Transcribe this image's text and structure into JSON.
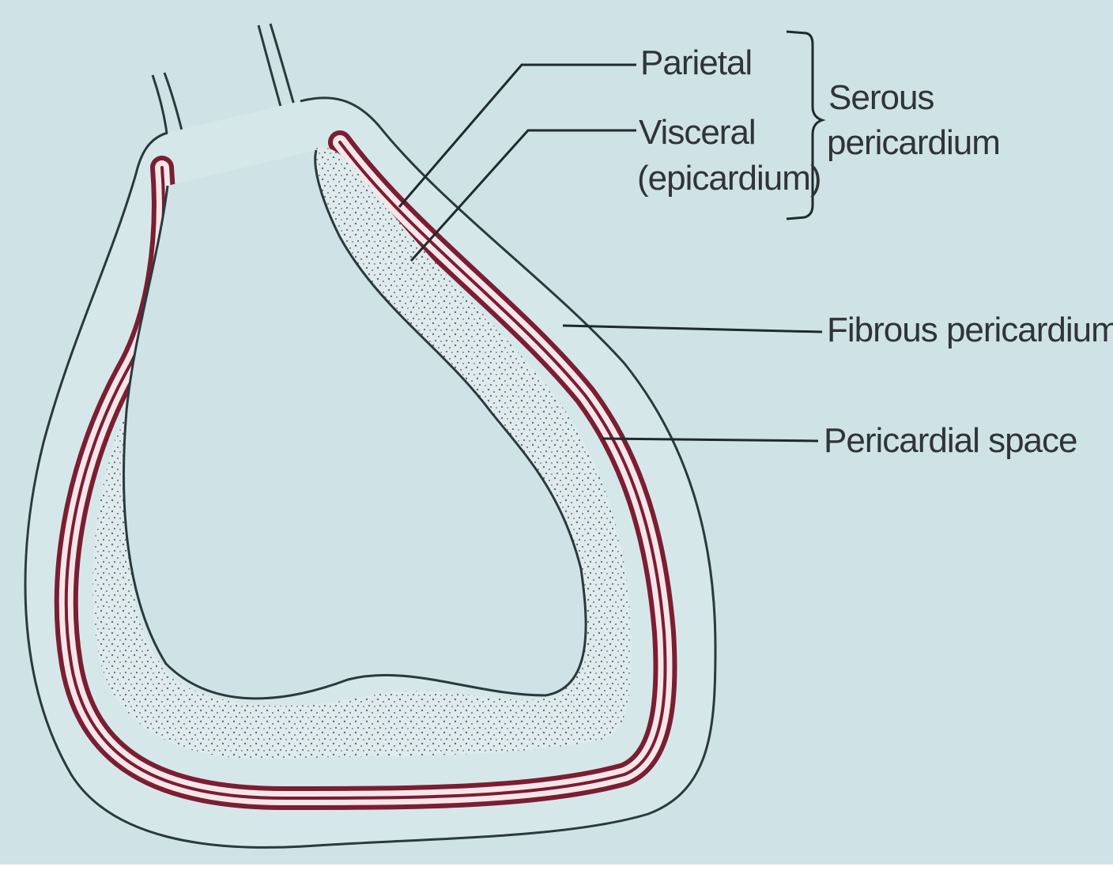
{
  "diagram": {
    "labels": {
      "parietal": "Parietal",
      "visceral_line1": "Visceral",
      "visceral_line2": "(epicardium)",
      "serous_line1": "Serous",
      "serous_line2": "pericardium",
      "fibrous": "Fibrous pericardium",
      "pericardial_space": "Pericardial space"
    },
    "colors": {
      "background": "#cfe3e6",
      "outline": "#2a3a3c",
      "serous_layer": "#7a1e32",
      "pericardial_space": "#f6e6ea",
      "myocardium_fill": "#dfeaec",
      "stipple": "#5d6f72"
    }
  }
}
